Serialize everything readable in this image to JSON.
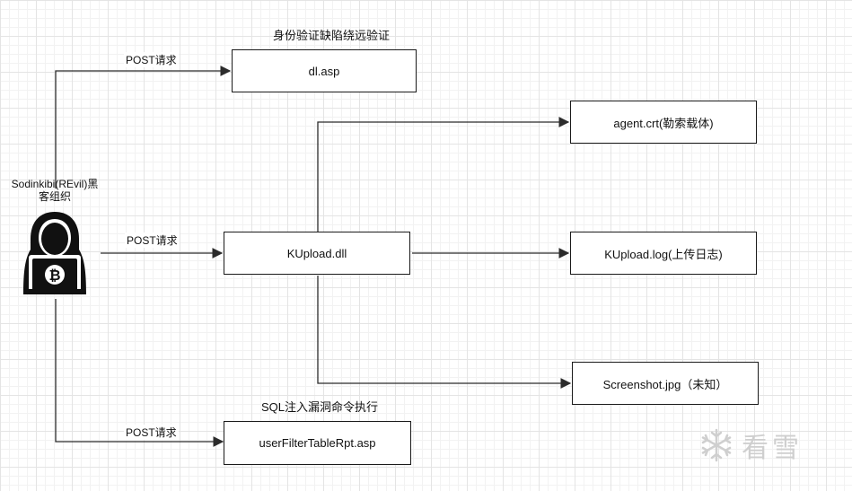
{
  "actor": {
    "name_line1": "Sodinkibi(REvil)黑",
    "name_line2": "客组织",
    "icon": "hacker-bitcoin-icon"
  },
  "nodes": {
    "dl": "dl.asp",
    "kupload_dll": "KUpload.dll",
    "user_filter": "userFilterTableRpt.asp",
    "agent_crt": "agent.crt(勒索载体)",
    "kupload_log": "KUpload.log(上传日志)",
    "screenshot": "Screenshot.jpg（未知）"
  },
  "captions": {
    "dl": "身份验证缺陷绕远验证",
    "user_filter": "SQL注入漏洞命令执行"
  },
  "edge_labels": {
    "to_dl": "POST请求",
    "to_kupload": "POST请求",
    "to_user_filter": "POST请求"
  },
  "watermark": {
    "text": "看雪",
    "icon": "snowflake-icon"
  },
  "colors": {
    "line": "#2b2b2b",
    "box_border": "#1a1a1a",
    "watermark": "#cfcfcf"
  }
}
